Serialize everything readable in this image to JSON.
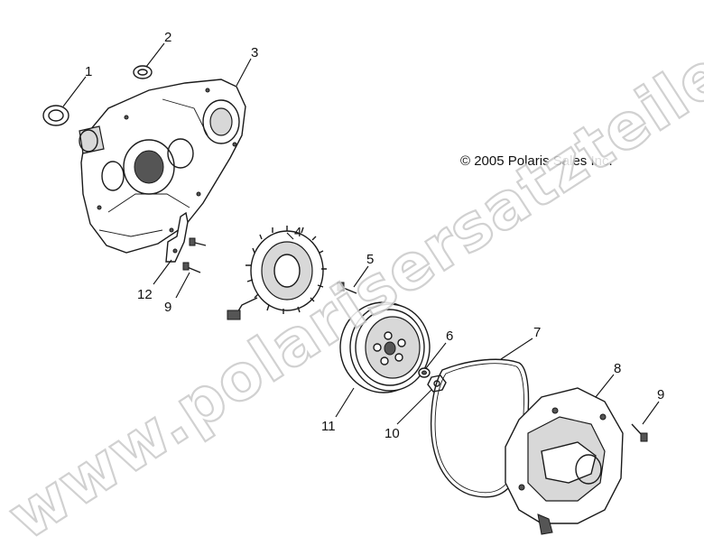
{
  "copyright": "© 2005 Polaris Sales Inc.",
  "watermark": "www.polarisersatzteile.de",
  "callouts": {
    "c1": "1",
    "c2": "2",
    "c3": "3",
    "c4": "4",
    "c5": "5",
    "c6": "6",
    "c7": "7",
    "c8": "8",
    "c9a": "9",
    "c9b": "9",
    "c10": "10",
    "c11": "11",
    "c12": "12"
  },
  "colors": {
    "line": "#1a1a1a",
    "watermark_outline": "#c9c9c9",
    "background": "#ffffff"
  }
}
